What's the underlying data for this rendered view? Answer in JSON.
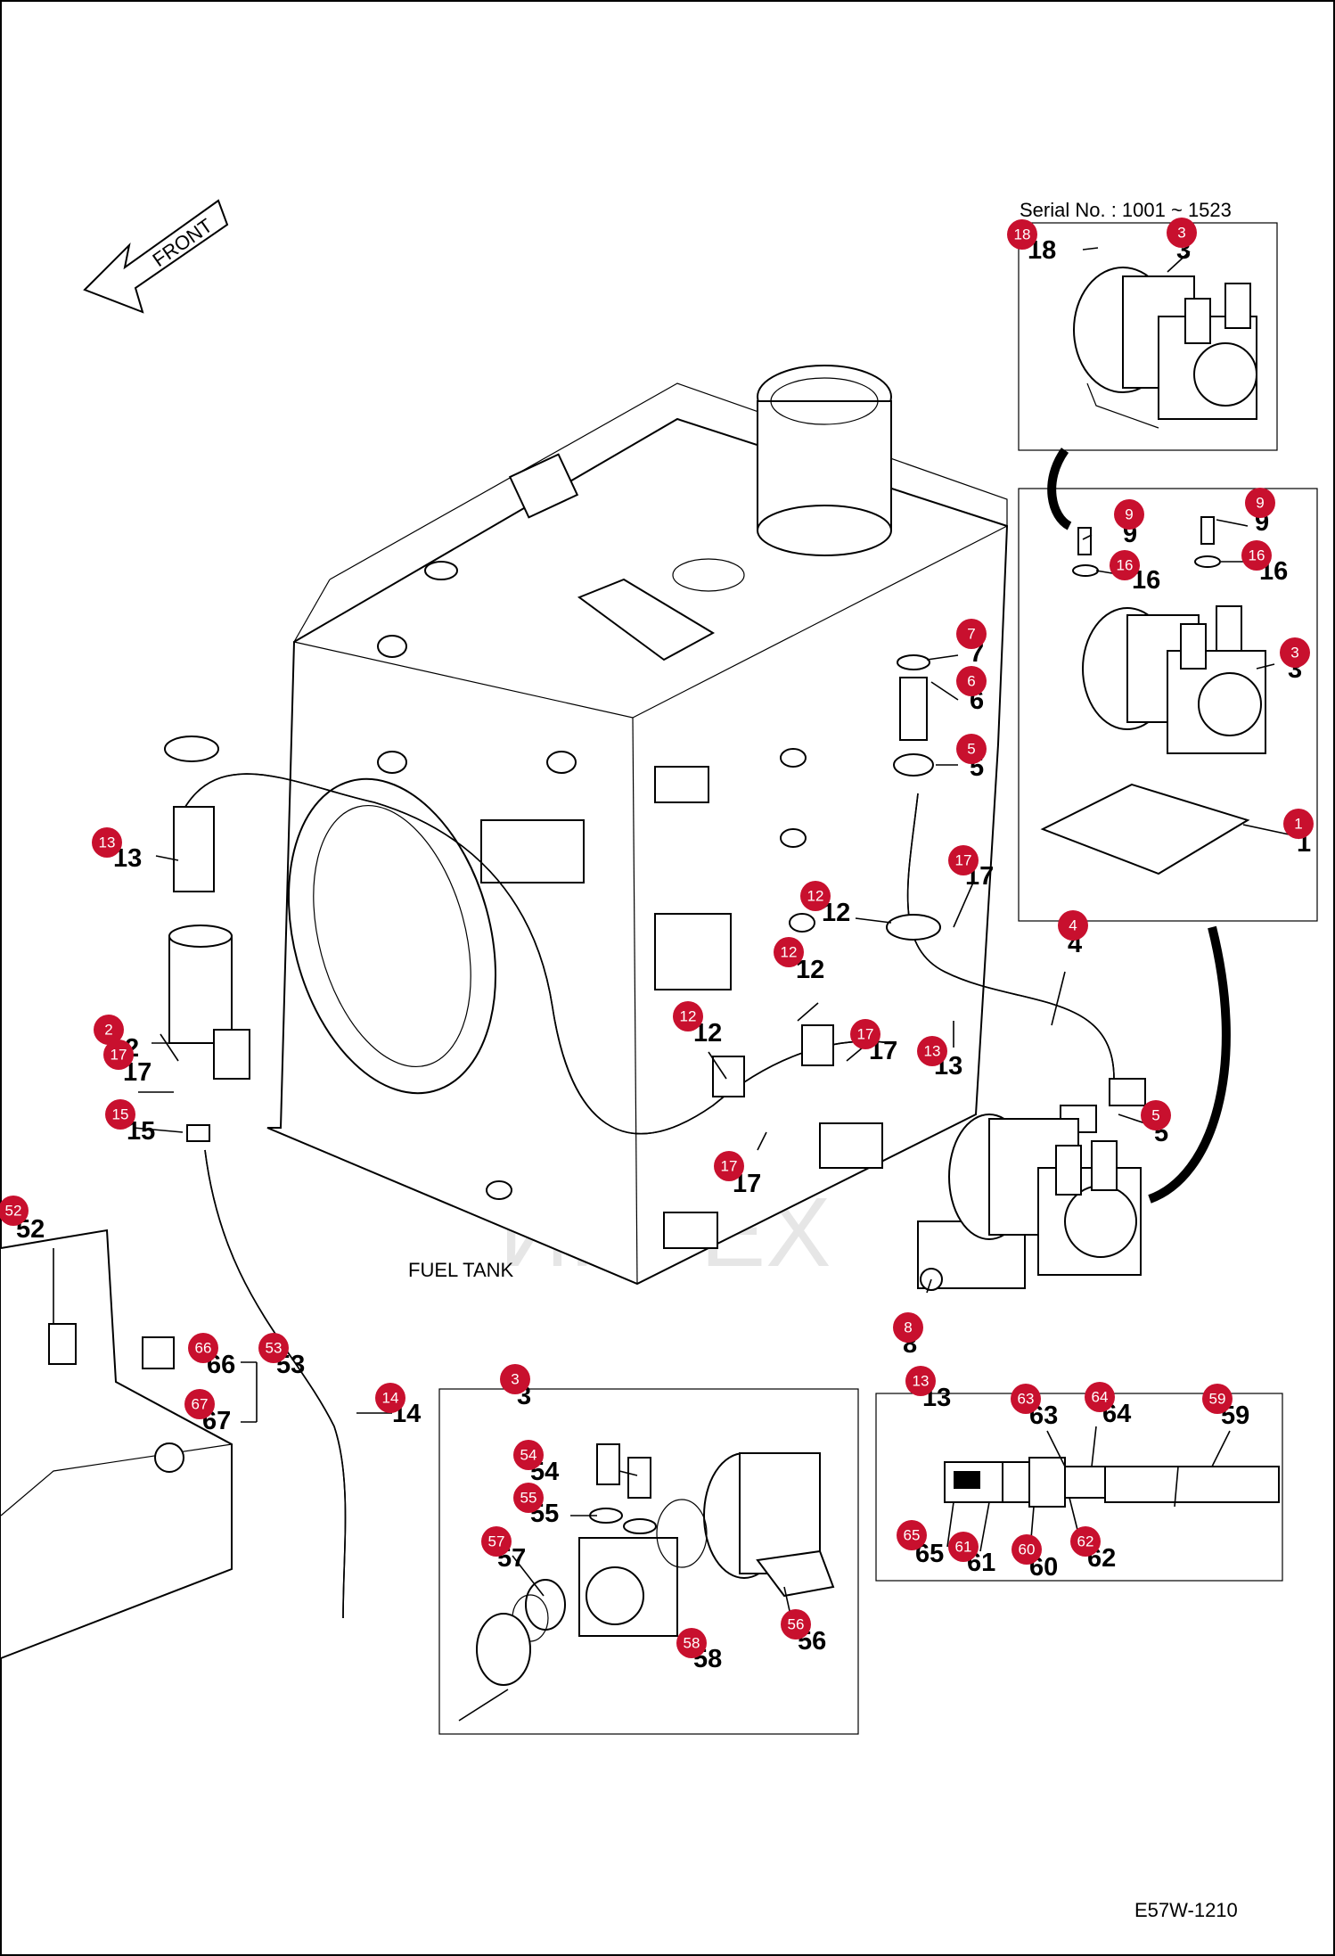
{
  "diagram": {
    "drawing_number": "E57W-1210",
    "front_label": "FRONT",
    "tank_label": "FUEL TANK",
    "serial_label": "Serial No. : 1001 ~ 1523",
    "watermark": "ИНТЕХ",
    "callout_color": "#c8102e",
    "callouts": [
      "18",
      "3",
      "9",
      "9",
      "16",
      "16",
      "3",
      "1",
      "7",
      "6",
      "5",
      "17",
      "12",
      "12",
      "12",
      "13",
      "4",
      "17",
      "5",
      "17",
      "13",
      "2",
      "17",
      "15",
      "52",
      "53",
      "66",
      "67",
      "14",
      "3",
      "54",
      "55",
      "57",
      "56",
      "58",
      "13",
      "63",
      "64",
      "59",
      "65",
      "61",
      "60",
      "62",
      "8"
    ],
    "part_numbers": [
      "18",
      "3",
      "9",
      "9",
      "16",
      "16",
      "3",
      "1",
      "7",
      "6",
      "5",
      "17",
      "12",
      "12",
      "12",
      "13",
      "4",
      "17",
      "5",
      "17",
      "13",
      "2",
      "17",
      "15",
      "52",
      "53",
      "66",
      "67",
      "14",
      "3",
      "54",
      "55",
      "57",
      "56",
      "58",
      "13",
      "63",
      "64",
      "59",
      "65",
      "61",
      "60",
      "62",
      "8"
    ]
  }
}
